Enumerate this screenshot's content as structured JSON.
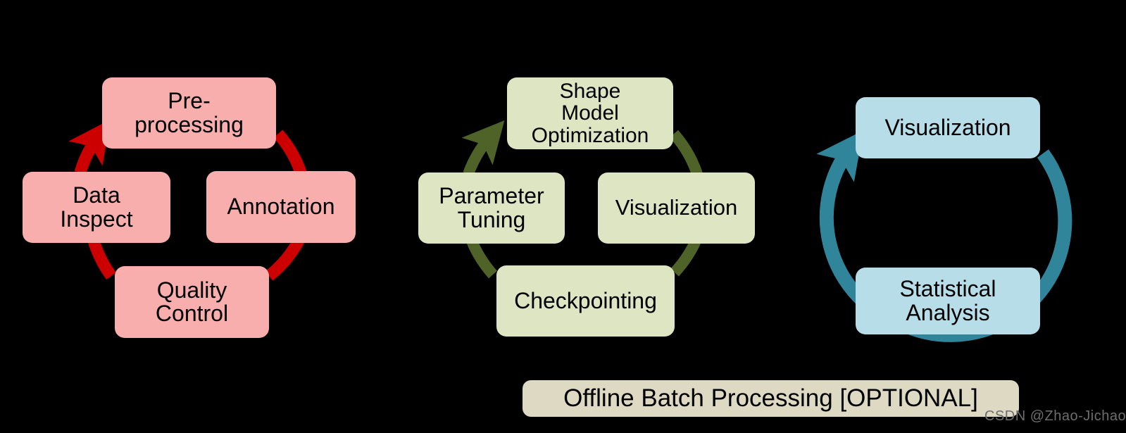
{
  "figure": {
    "background_color": "#000000",
    "type": "three-cycle-process-diagram"
  },
  "cycles": [
    {
      "id": "data-preparation",
      "accent_color": "#CC0000",
      "node_color": "#F7AEAC",
      "arrow_count": 4,
      "direction": "clockwise",
      "nodes": [
        {
          "id": "pre-processing",
          "label": "Pre-\nprocessing",
          "position": "top"
        },
        {
          "id": "annotation",
          "label": "Annotation",
          "position": "right"
        },
        {
          "id": "quality-control",
          "label": "Quality\nControl",
          "position": "bottom"
        },
        {
          "id": "data-inspect",
          "label": "Data\nInspect",
          "position": "left"
        }
      ]
    },
    {
      "id": "model-optimization",
      "accent_color": "#4F6228",
      "node_color": "#DDE5C3",
      "arrow_count": 4,
      "direction": "clockwise",
      "nodes": [
        {
          "id": "shape-model-optimization",
          "label": "Shape\nModel\nOptimization",
          "position": "top"
        },
        {
          "id": "visualization",
          "label": "Visualization",
          "position": "right"
        },
        {
          "id": "checkpointing",
          "label": "Checkpointing",
          "position": "bottom"
        },
        {
          "id": "parameter-tuning",
          "label": "Parameter\nTuning",
          "position": "left"
        }
      ]
    },
    {
      "id": "analysis",
      "accent_color": "#31859B",
      "node_color": "#B7DEE8",
      "arrow_count": 2,
      "direction": "clockwise",
      "nodes": [
        {
          "id": "visualization-blue",
          "label": "Visualization",
          "position": "top"
        },
        {
          "id": "statistical-analysis",
          "label": "Statistical\nAnalysis",
          "position": "bottom"
        }
      ]
    }
  ],
  "banner": {
    "label": "Offline Batch Processing [OPTIONAL]",
    "background_color": "#DDD9C3",
    "text_color": "#000000"
  },
  "watermark": {
    "label": "CSDN @Zhao-Jichao"
  }
}
